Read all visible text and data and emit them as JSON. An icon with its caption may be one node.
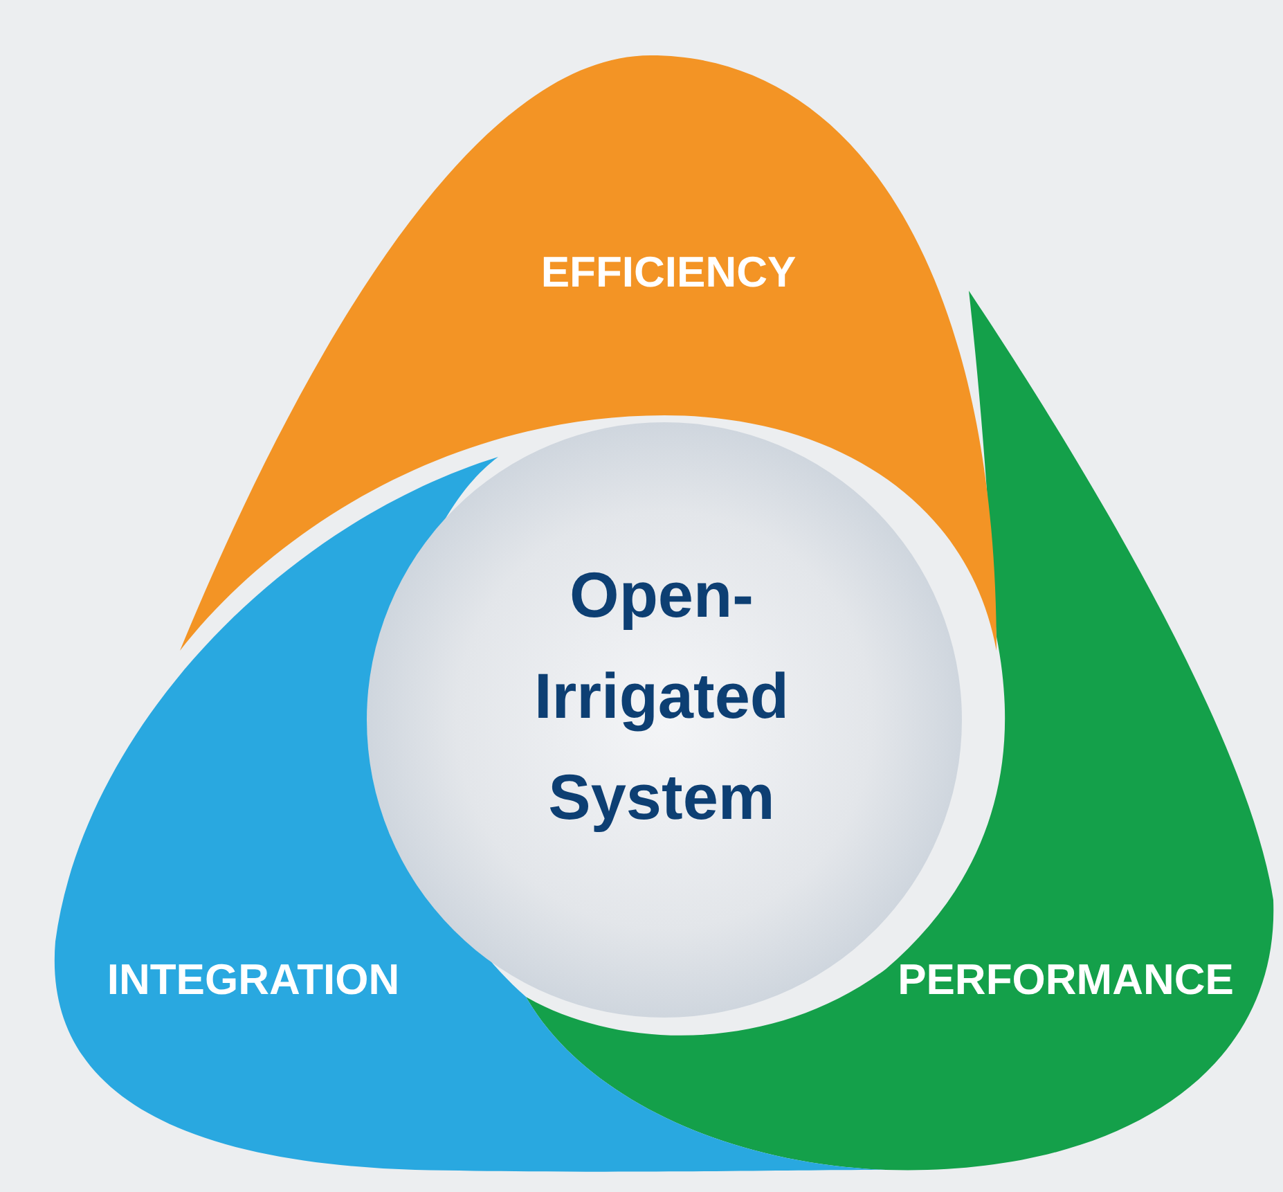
{
  "diagram": {
    "nodes": [
      {
        "text": [
          "EFFICIENCY"
        ]
      },
      {
        "text": [
          "Open-Irrigated System"
        ]
      },
      {
        "text": [
          "INTEGRATION"
        ]
      },
      {
        "text": [
          "PERFORMANCE"
        ]
      }
    ]
  }
}
